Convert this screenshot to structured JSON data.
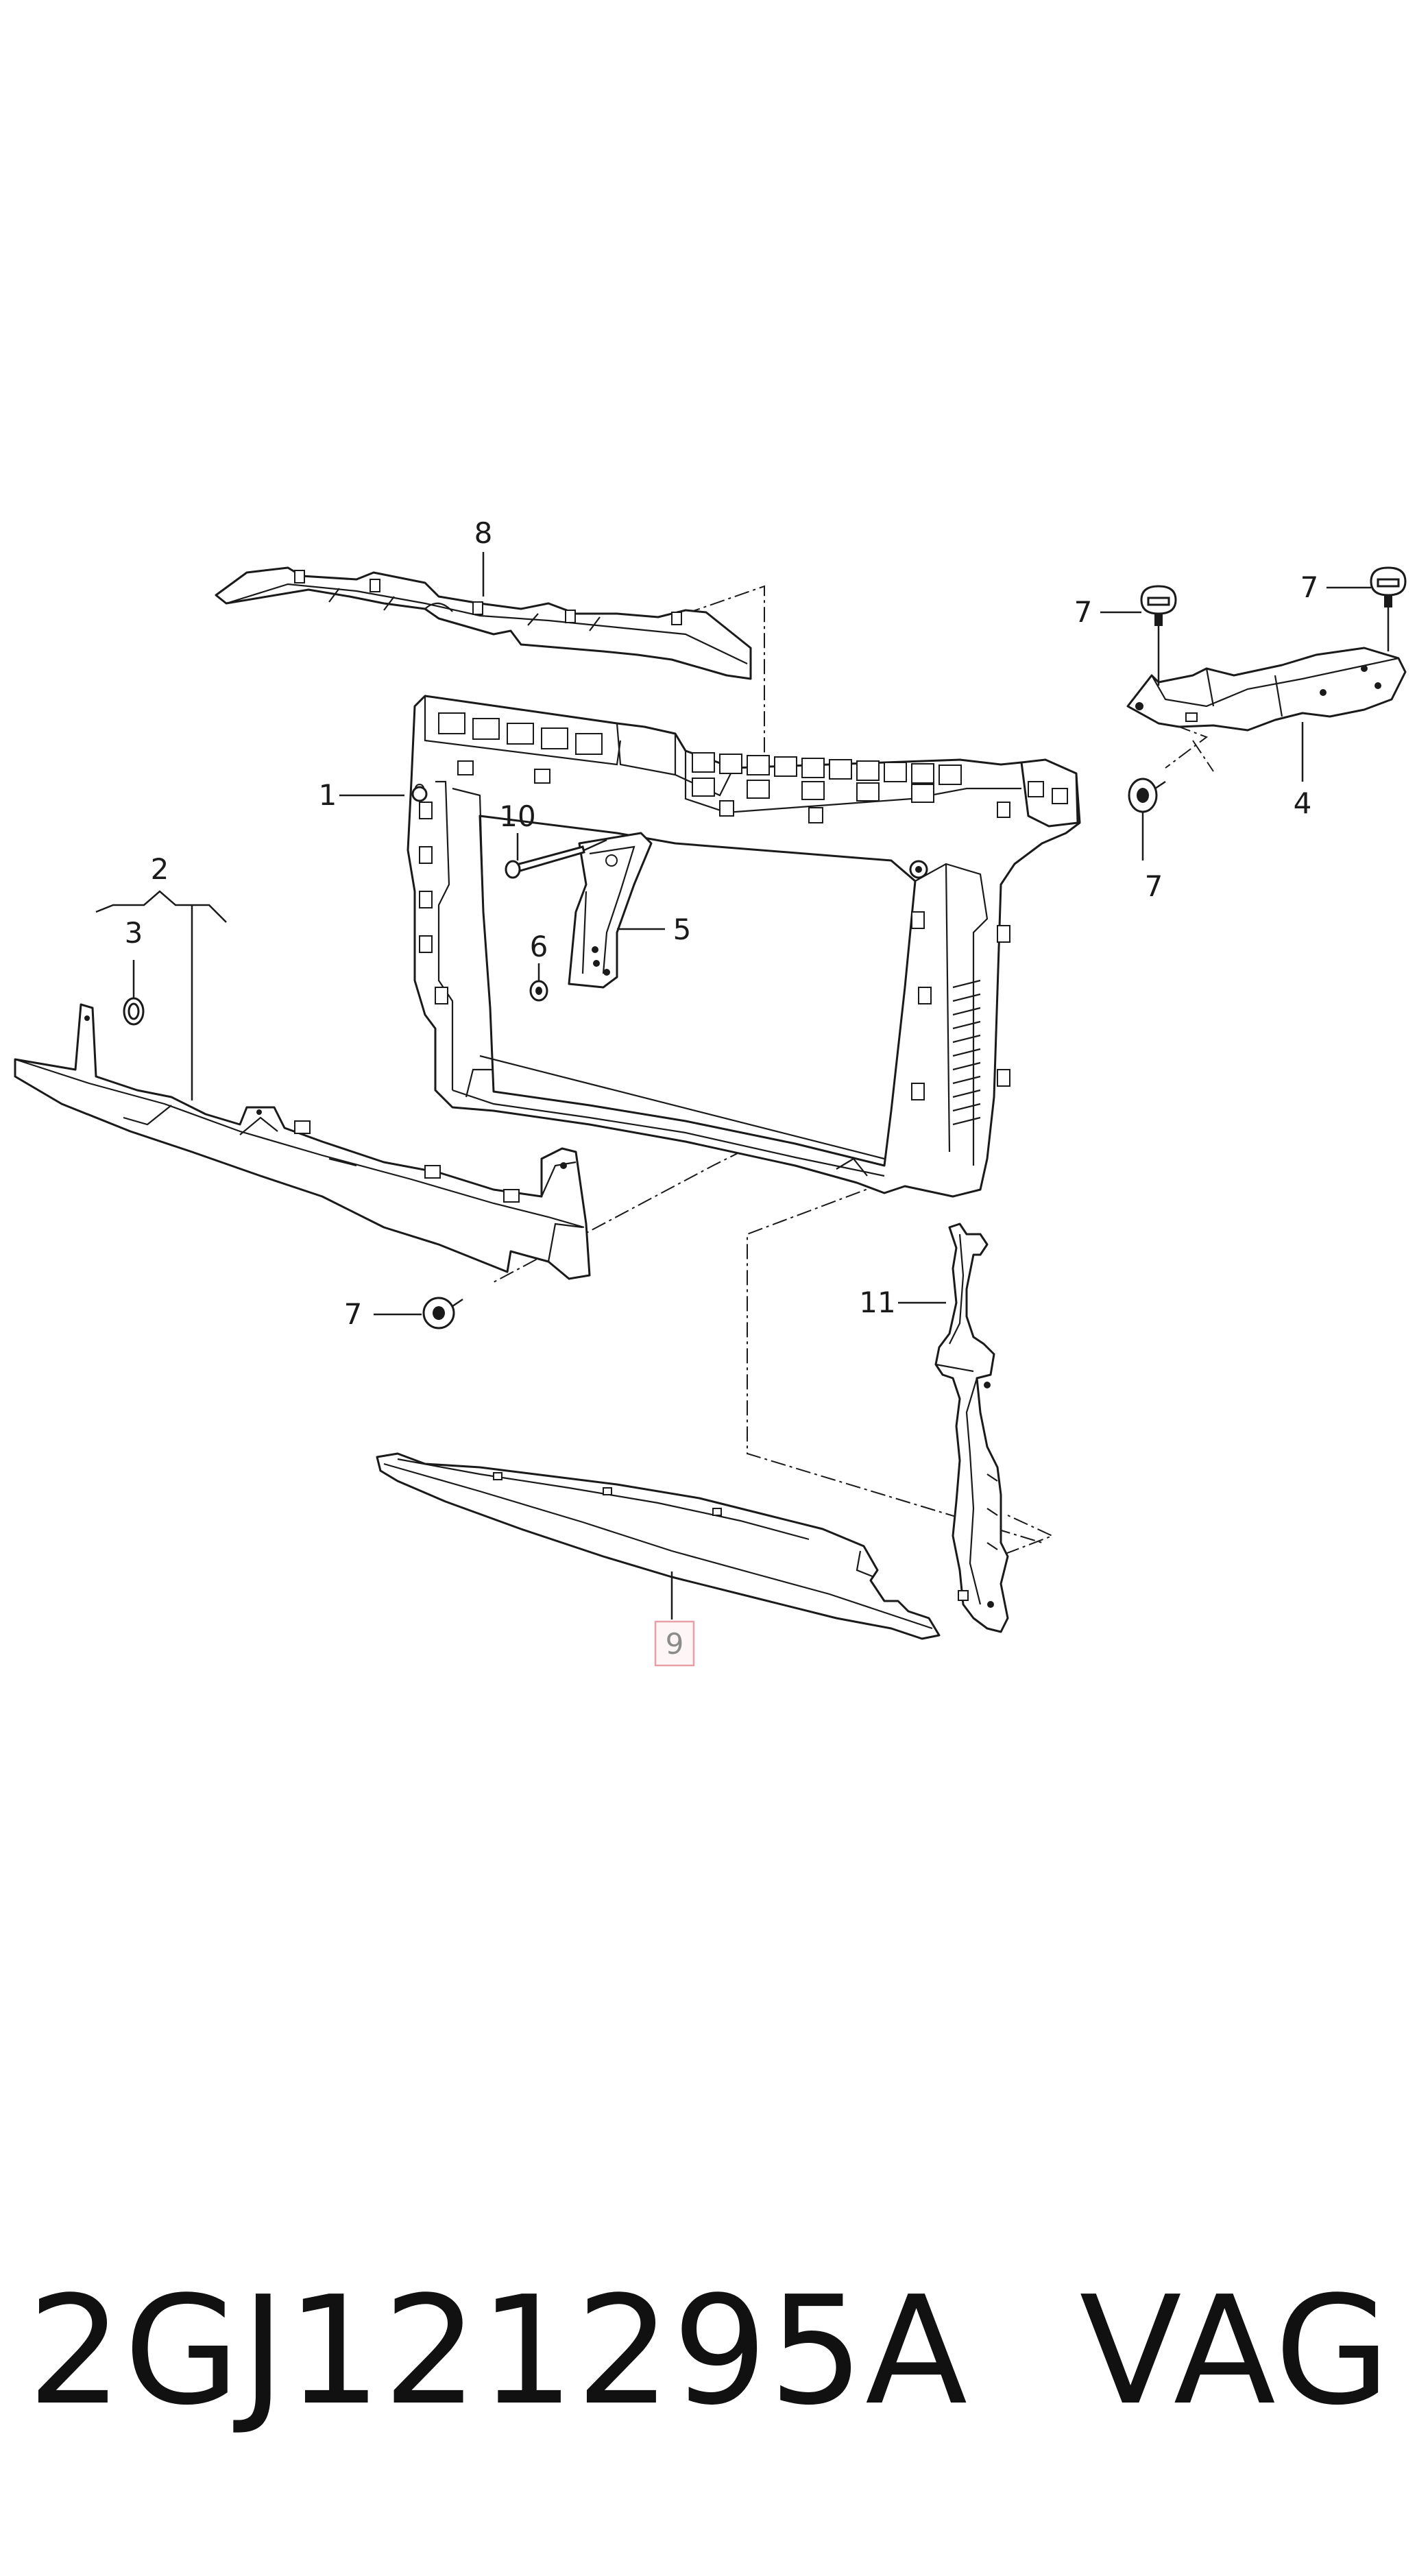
{
  "diagram": {
    "callouts": {
      "frame_carrier": "1",
      "lower_crossmember": "2",
      "crossmember_grommet": "3",
      "right_bracket": "4",
      "lock_bracket": "5",
      "lock_nut": "6",
      "clip_upper_left": "7",
      "clip_upper_right": "7",
      "clip_right_lower": "7",
      "clip_crossmember": "7",
      "upper_trim": "8",
      "air_deflector": "9",
      "lock_bolt": "10",
      "side_air_guide": "11"
    },
    "highlighted_callout": "9",
    "highlight_color": "#e8a0a8"
  },
  "footer": {
    "part_number": "2GJ121295A",
    "brand": "VAG"
  }
}
